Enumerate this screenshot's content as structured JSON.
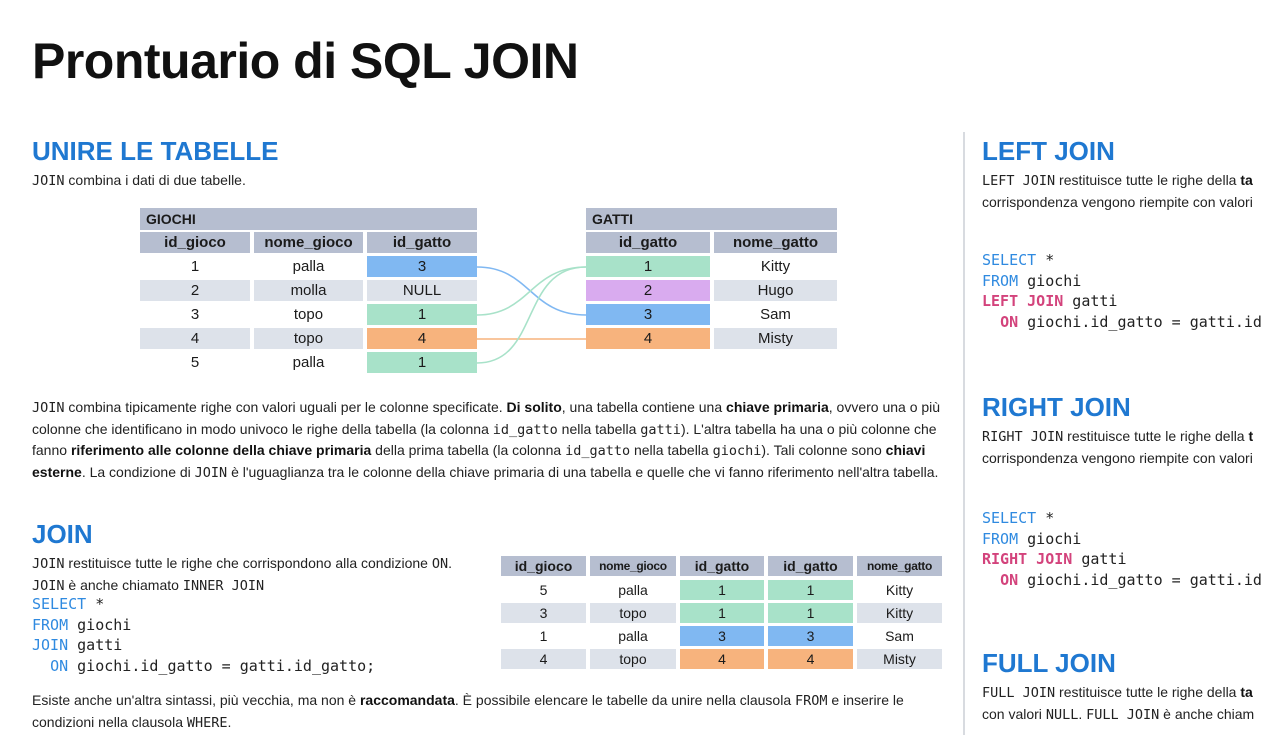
{
  "title": "Prontuario di SQL JOIN",
  "colors": {
    "accent": "#1f78d1",
    "keyword_pink": "#d3437c",
    "keyword_blue": "#2f8ae0",
    "blue": "#80b8f2",
    "green": "#a8e2c9",
    "orange": "#f7b37d",
    "purple": "#d9abef",
    "header": "#b6bed0",
    "row_alt": "#dde2ea"
  },
  "unire": {
    "heading": "UNIRE LE TABELLE",
    "intro_code": "JOIN",
    "intro_text": " combina i dati di due tabelle."
  },
  "giochi": {
    "title": "GIOCHI",
    "headers": [
      "id_gioco",
      "nome_gioco",
      "id_gatto"
    ],
    "rows": [
      [
        "1",
        "palla",
        "3"
      ],
      [
        "2",
        "molla",
        "NULL"
      ],
      [
        "3",
        "topo",
        "1"
      ],
      [
        "4",
        "topo",
        "4"
      ],
      [
        "5",
        "palla",
        "1"
      ]
    ]
  },
  "gatti": {
    "title": "GATTI",
    "headers": [
      "id_gatto",
      "nome_gatto"
    ],
    "rows": [
      [
        "1",
        "Kitty"
      ],
      [
        "2",
        "Hugo"
      ],
      [
        "3",
        "Sam"
      ],
      [
        "4",
        "Misty"
      ]
    ]
  },
  "explain": {
    "s1c": "JOIN",
    "s1": " combina tipicamente righe con valori uguali per le colonne specificate. ",
    "b1": "Di solito",
    "s2": ", una tabella contiene una ",
    "b2": "chiave primaria",
    "s3": ", ovvero una o più colonne che identificano in modo univoco le righe della tabella (la colonna ",
    "c1": "id_gatto",
    "s4": " nella tabella ",
    "c2": "gatti",
    "s5": "). L'altra tabella ha una o più colonne che fanno ",
    "b3": "riferimento alle colonne della chiave primaria",
    "s6": " della prima tabella (la colonna ",
    "c3": "id_gatto",
    "s7": " nella tabella ",
    "c4": "giochi",
    "s8": "). Tali colonne sono ",
    "b4": "chiavi esterne",
    "s9": ". La condizione di ",
    "c5": "JOIN",
    "s10": " è l'uguaglianza tra le colonne della chiave primaria di una tabella e quelle che vi fanno riferimento nell'altra tabella."
  },
  "join": {
    "heading": "JOIN",
    "d1c": "JOIN",
    "d1": " restituisce tutte le righe che corrispondono alla condizione ",
    "d2c": "ON",
    "d2": ". ",
    "d3c": "JOIN",
    "d3": " è anche chiamato ",
    "d4c": "INNER JOIN",
    "code": {
      "k1": "SELECT",
      "v1": " *",
      "k2": "FROM",
      "v2": " giochi",
      "k3": "JOIN",
      "v3": " gatti",
      "k4": "ON",
      "v4": " giochi.id_gatto = gatti.id_gatto;"
    },
    "result": {
      "headers": [
        "id_gioco",
        "nome_gioco",
        "id_gatto",
        "id_gatto",
        "nome_gatto"
      ],
      "rows": [
        [
          "5",
          "palla",
          "1",
          "1",
          "Kitty"
        ],
        [
          "3",
          "topo",
          "1",
          "1",
          "Kitty"
        ],
        [
          "1",
          "palla",
          "3",
          "3",
          "Sam"
        ],
        [
          "4",
          "topo",
          "4",
          "4",
          "Misty"
        ]
      ]
    },
    "alt1": "Esiste anche un'altra sintassi, più vecchia, ma non è ",
    "alt_b": "raccomandata",
    "alt2": ". È possibile elencare le tabelle da unire nella clausola ",
    "alt_c1": "FROM",
    "alt3": " e inserire le condizioni nella clausola ",
    "alt_c2": "WHERE",
    "alt4": "."
  },
  "left": {
    "heading": "LEFT JOIN",
    "c1": "LEFT JOIN",
    "t1": " restituisce tutte le righe della ",
    "t1b": "ta",
    "t2": "corrispondenza vengono riempite con valori",
    "code": {
      "k1": "SELECT",
      "v1": " *",
      "k2": "FROM",
      "v2": " giochi",
      "k3": "LEFT JOIN",
      "v3": " gatti",
      "k4": "ON",
      "v4": " giochi.id_gatto = gatti.id"
    }
  },
  "right": {
    "heading": "RIGHT JOIN",
    "c1": "RIGHT JOIN",
    "t1": " restituisce tutte le righe della ",
    "t1b": "t",
    "t2": "corrispondenza vengono riempite con valori",
    "code": {
      "k1": "SELECT",
      "v1": " *",
      "k2": "FROM",
      "v2": " giochi",
      "k3": "RIGHT JOIN",
      "v3": " gatti",
      "k4": "ON",
      "v4": " giochi.id_gatto = gatti.id"
    }
  },
  "full": {
    "heading": "FULL JOIN",
    "c1": "FULL JOIN",
    "t1": " restituisce tutte le righe della ",
    "t1b": "ta",
    "t2a": "con valori ",
    "t2c": "NULL",
    "t2b": ". ",
    "t2c2": "FULL JOIN",
    "t2d": " è anche chiam"
  }
}
